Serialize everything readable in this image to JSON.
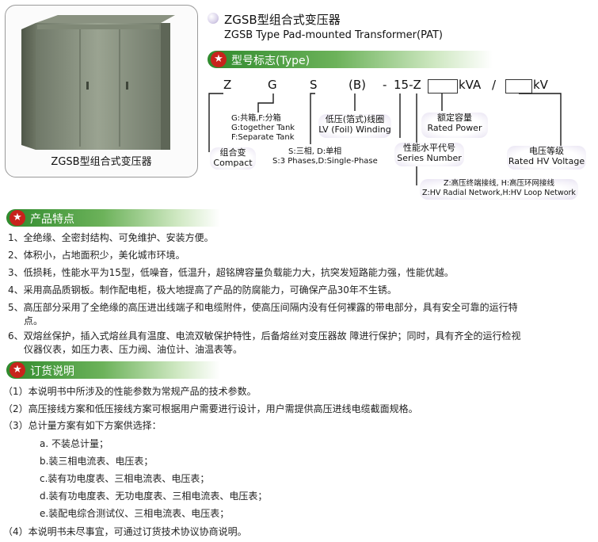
{
  "product_image": {
    "caption": "ZGSB型组合式变压器"
  },
  "header": {
    "title_cn": "ZGSB型组合式变压器",
    "title_en": "ZGSB Type Pad-mounted Transformer(PAT)"
  },
  "type_section": {
    "heading": "型号标志(Type)",
    "code": {
      "z": "Z",
      "g": "G",
      "s": "S",
      "b": "(B)",
      "dash": "-",
      "series": "15-Z",
      "kva": "kVA",
      "slash": "/",
      "kv": "kV"
    },
    "labels": {
      "compact_cn": "组合变",
      "compact_en": "Compact",
      "tank_1": "G:共箱,F:分箱",
      "tank_2": "G:together Tank",
      "tank_3": "F:Separate Tank",
      "phase_1": "S:三相, D:单相",
      "phase_2": "S:3 Phases,D:Single-Phase",
      "winding_1": "低压(箔式)线圈",
      "winding_2": "LV (Foil) Winding",
      "series_1": "性能水平代号",
      "series_2": "Series Number",
      "power_1": "额定容量",
      "power_2": "Rated Power",
      "voltage_1": "电压等级",
      "voltage_2": "Rated HV Voltage",
      "network_1": "Z:高压终端接线, H:高压环网接线",
      "network_2": "Z:HV Radial Network,H:HV Loop Network"
    }
  },
  "features": {
    "heading": "产品特点",
    "items": [
      "1、全绝缘、全密封结构、可免维护、安装方便。",
      "2、体积小，占地面积少，美化城市环境。",
      "3、低损耗，性能水平为15型，低噪音，低温升，超铭牌容量负载能力大，抗突发短路能力强，性能优越。",
      "4、采用高品质钢板。制作配电柜，极大地提高了产品的防腐能力，可确保产品30年不生锈。",
      "5、高压部分采用了全绝缘的高压进出线端子和电缆附件，使高压间隔内没有任何裸露的带电部分，具有安全可靠的运行特",
      "点。",
      "6、双熔丝保护，插入式熔丝具有温度、电流双敏保护特性，后备熔丝对变压器故 障进行保护；同时，具有齐全的运行检视",
      "仪器仪表，如压力表、压力阀、油位计、油温表等。"
    ]
  },
  "ordering": {
    "heading": "订货说明",
    "items": [
      "（1）本说明书中所涉及的性能参数为常规产品的技术参数。",
      "（2）高压接线方案和低压接线方案可根据用户需要进行设计，用户需提供高压进线电缆截面规格。",
      "（3）总计量方案有如下方案供选择：",
      "a. 不装总计量；",
      "b.装三相电流表、电压表；",
      "c.装有功电度表、三相电流表、电压表；",
      "d.装有功电度表、无功电度表、三相电流表、电压表；",
      "e.装配电综合测试仪、三相电流表、电压表；",
      "（4）本说明书未尽事宜，可通过订货技术协议协商说明。"
    ]
  }
}
